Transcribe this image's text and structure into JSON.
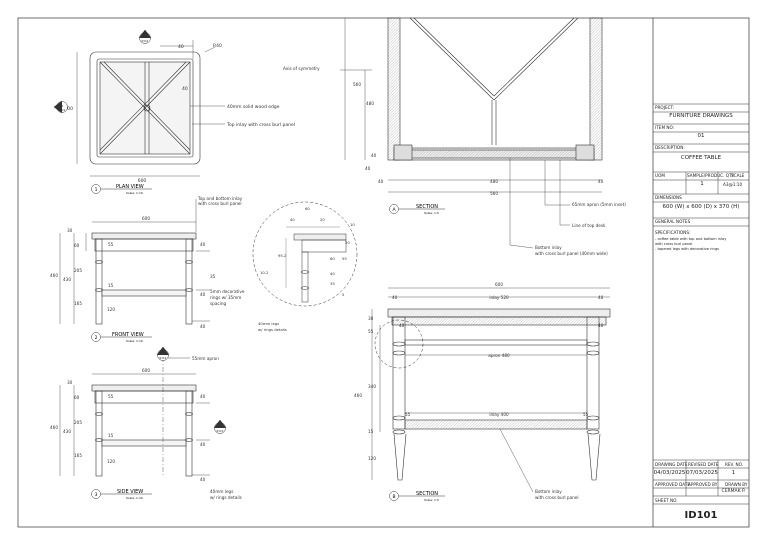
{
  "views": {
    "plan_title": "PLAN VIEW",
    "plan_scale": "Scale: 1:10",
    "plan_num": "1",
    "front_title": "FRONT VIEW",
    "front_scale": "Scale: 1:10",
    "front_num": "2",
    "side_title": "SIDE VIEW",
    "side_scale": "Scale: 1:10",
    "side_num": "3",
    "secA_title": "SECTION",
    "secA_scale": "Scale: 1:5",
    "secA_letter": "A",
    "secB_title": "SECTION",
    "secB_scale": "Scale: 1:5",
    "secB_letter": "B",
    "tag_A": "A",
    "tag_B": "B",
    "tag_ref": "ID01"
  },
  "dims": {
    "d40": "40",
    "r40": "R40",
    "d600": "600",
    "d30": "30",
    "d60": "60",
    "d55": "55",
    "d205": "205",
    "d430": "430",
    "d460": "460",
    "d15": "15",
    "d120": "120",
    "d165": "165",
    "d35": "35",
    "d480": "480",
    "d560": "560",
    "d10": "10",
    "d20": "20",
    "d95": "95.2",
    "d102": "10.2",
    "d5": "5",
    "d340": "340",
    "d400": "400",
    "inlay520": "inlay 520",
    "apron480": "apron 480",
    "inlay400": "inlay 400"
  },
  "notes": {
    "edge": "40mm solid wood edge",
    "top_inlay": "Top inlay with cross burl panel",
    "top_bottom_1": "Top and bottom inlay",
    "top_bottom_2": "with cross burl panel",
    "rings_1": "5mm decorative",
    "rings_2": "rings w/ 35mm",
    "rings_3": "spacing",
    "legs_1": "40mm legs",
    "legs_2": "w/ rings details",
    "apron_55": "55mm apron",
    "axis": "Axis of symmetry",
    "apron_inset": "65mm apron (5mm inset)",
    "top_desk": "Line of top desk",
    "bottom_inlay_1": "Bottom inlay",
    "bottom_inlay_2": "with cross burl panel (40mm wide)",
    "bottom_inlay_b1": "Bottom inlay",
    "bottom_inlay_b2": "with cross burl panel"
  },
  "title_block": {
    "project_label": "PROJECT:",
    "project_value": "FURNITURE DRAWINGS",
    "item_label": "ITEM NO:",
    "item_value": "01",
    "desc_label": "DESCRIPTION:",
    "desc_value": "COFFEE TABLE",
    "uom_label": "UOM",
    "sample_label": "SAMPLE/PRODUC. QTY",
    "scale_label": "SCALE",
    "qty_value": "1",
    "scale_value": "A3@1:10",
    "dims_label": "DIMENSIONS",
    "dims_value": "600 (W) x 600 (D) x 370 (H)",
    "general_label": "GENERAL NOTES",
    "spec_label": "SPECIFICATIONS:",
    "spec_1": "- coffee table with top and bottom inlay",
    "spec_1b": "  with cross burl panel",
    "spec_2": "- tapered legs with decorative rings",
    "drawing_date_label": "DRAWING DATE",
    "revised_date_label": "REVISED DATE",
    "rev_no_label": "REV. NO.",
    "drawing_date": "04/03/2025",
    "revised_date": "07/03/2025",
    "rev_no": "1",
    "approved_date_label": "APPROVED DATE",
    "approved_by_label": "APPROVED BY",
    "drawn_by_label": "DRAWN BY",
    "drawn_by": "CERMAK P.",
    "sheet_label": "SHEET NO.",
    "sheet_no": "ID101"
  }
}
